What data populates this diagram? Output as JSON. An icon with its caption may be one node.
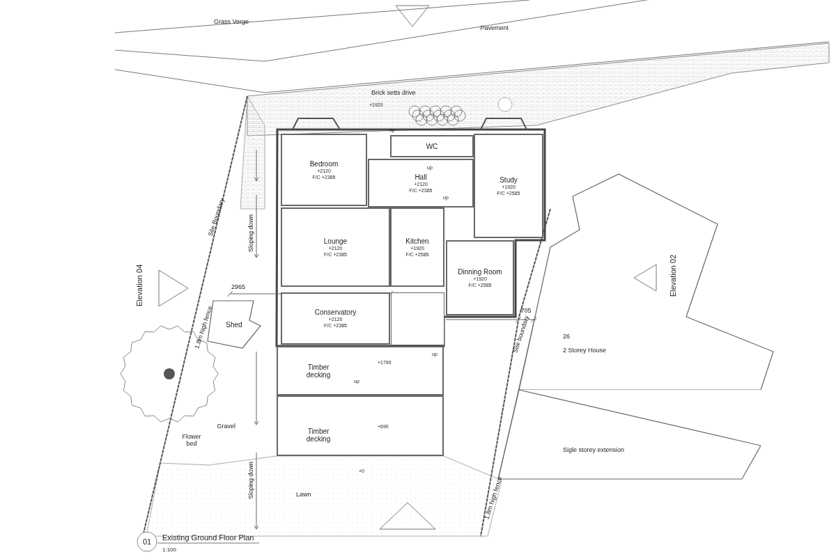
{
  "diagram": {
    "title": "Existing Ground Floor Plan",
    "nodes": [
      {
        "text": [
          "Bedroom",
          "+2120",
          "F/C +2385"
        ]
      },
      {
        "text": [
          "WC"
        ]
      },
      {
        "text": [
          "Hall",
          "+2120",
          "F/C +2385"
        ]
      },
      {
        "text": [
          "Study",
          "+1920",
          "F/C +2585"
        ]
      },
      {
        "text": [
          "Lounge",
          "+2120",
          "F/C +2385"
        ]
      },
      {
        "text": [
          "Kitchen",
          "+1920",
          "F/C +2585"
        ]
      },
      {
        "text": [
          "Dinning Room",
          "+1920",
          "F/C +2585"
        ]
      },
      {
        "text": [
          "Conservatory",
          "+2120",
          "F/C +2385"
        ]
      },
      {
        "text": [
          "Shed"
        ]
      },
      {
        "text": [
          "Timber decking",
          "+1790"
        ]
      },
      {
        "text": [
          "Timber decking",
          "+690"
        ]
      },
      {
        "text": [
          "26",
          "2 Storey House"
        ]
      },
      {
        "text": [
          "Sigle storey extension"
        ]
      },
      {
        "text": [],
        "shape": "box"
      }
    ],
    "edges": [],
    "labels": [
      "Grass Verge",
      "Pavement",
      "Brick setts drive",
      "+1920",
      "up",
      "up",
      "up",
      "Elevation 04",
      "Elevation 02",
      "Site Boundary",
      "Sloping down",
      "2965",
      "1.8m high fence",
      "up",
      "705",
      "Site boundary",
      "up",
      "Gravel",
      "Flower bed",
      "1.8m high fence",
      "+0",
      "Sloping down",
      "Lawn",
      "01",
      "1:100"
    ]
  }
}
